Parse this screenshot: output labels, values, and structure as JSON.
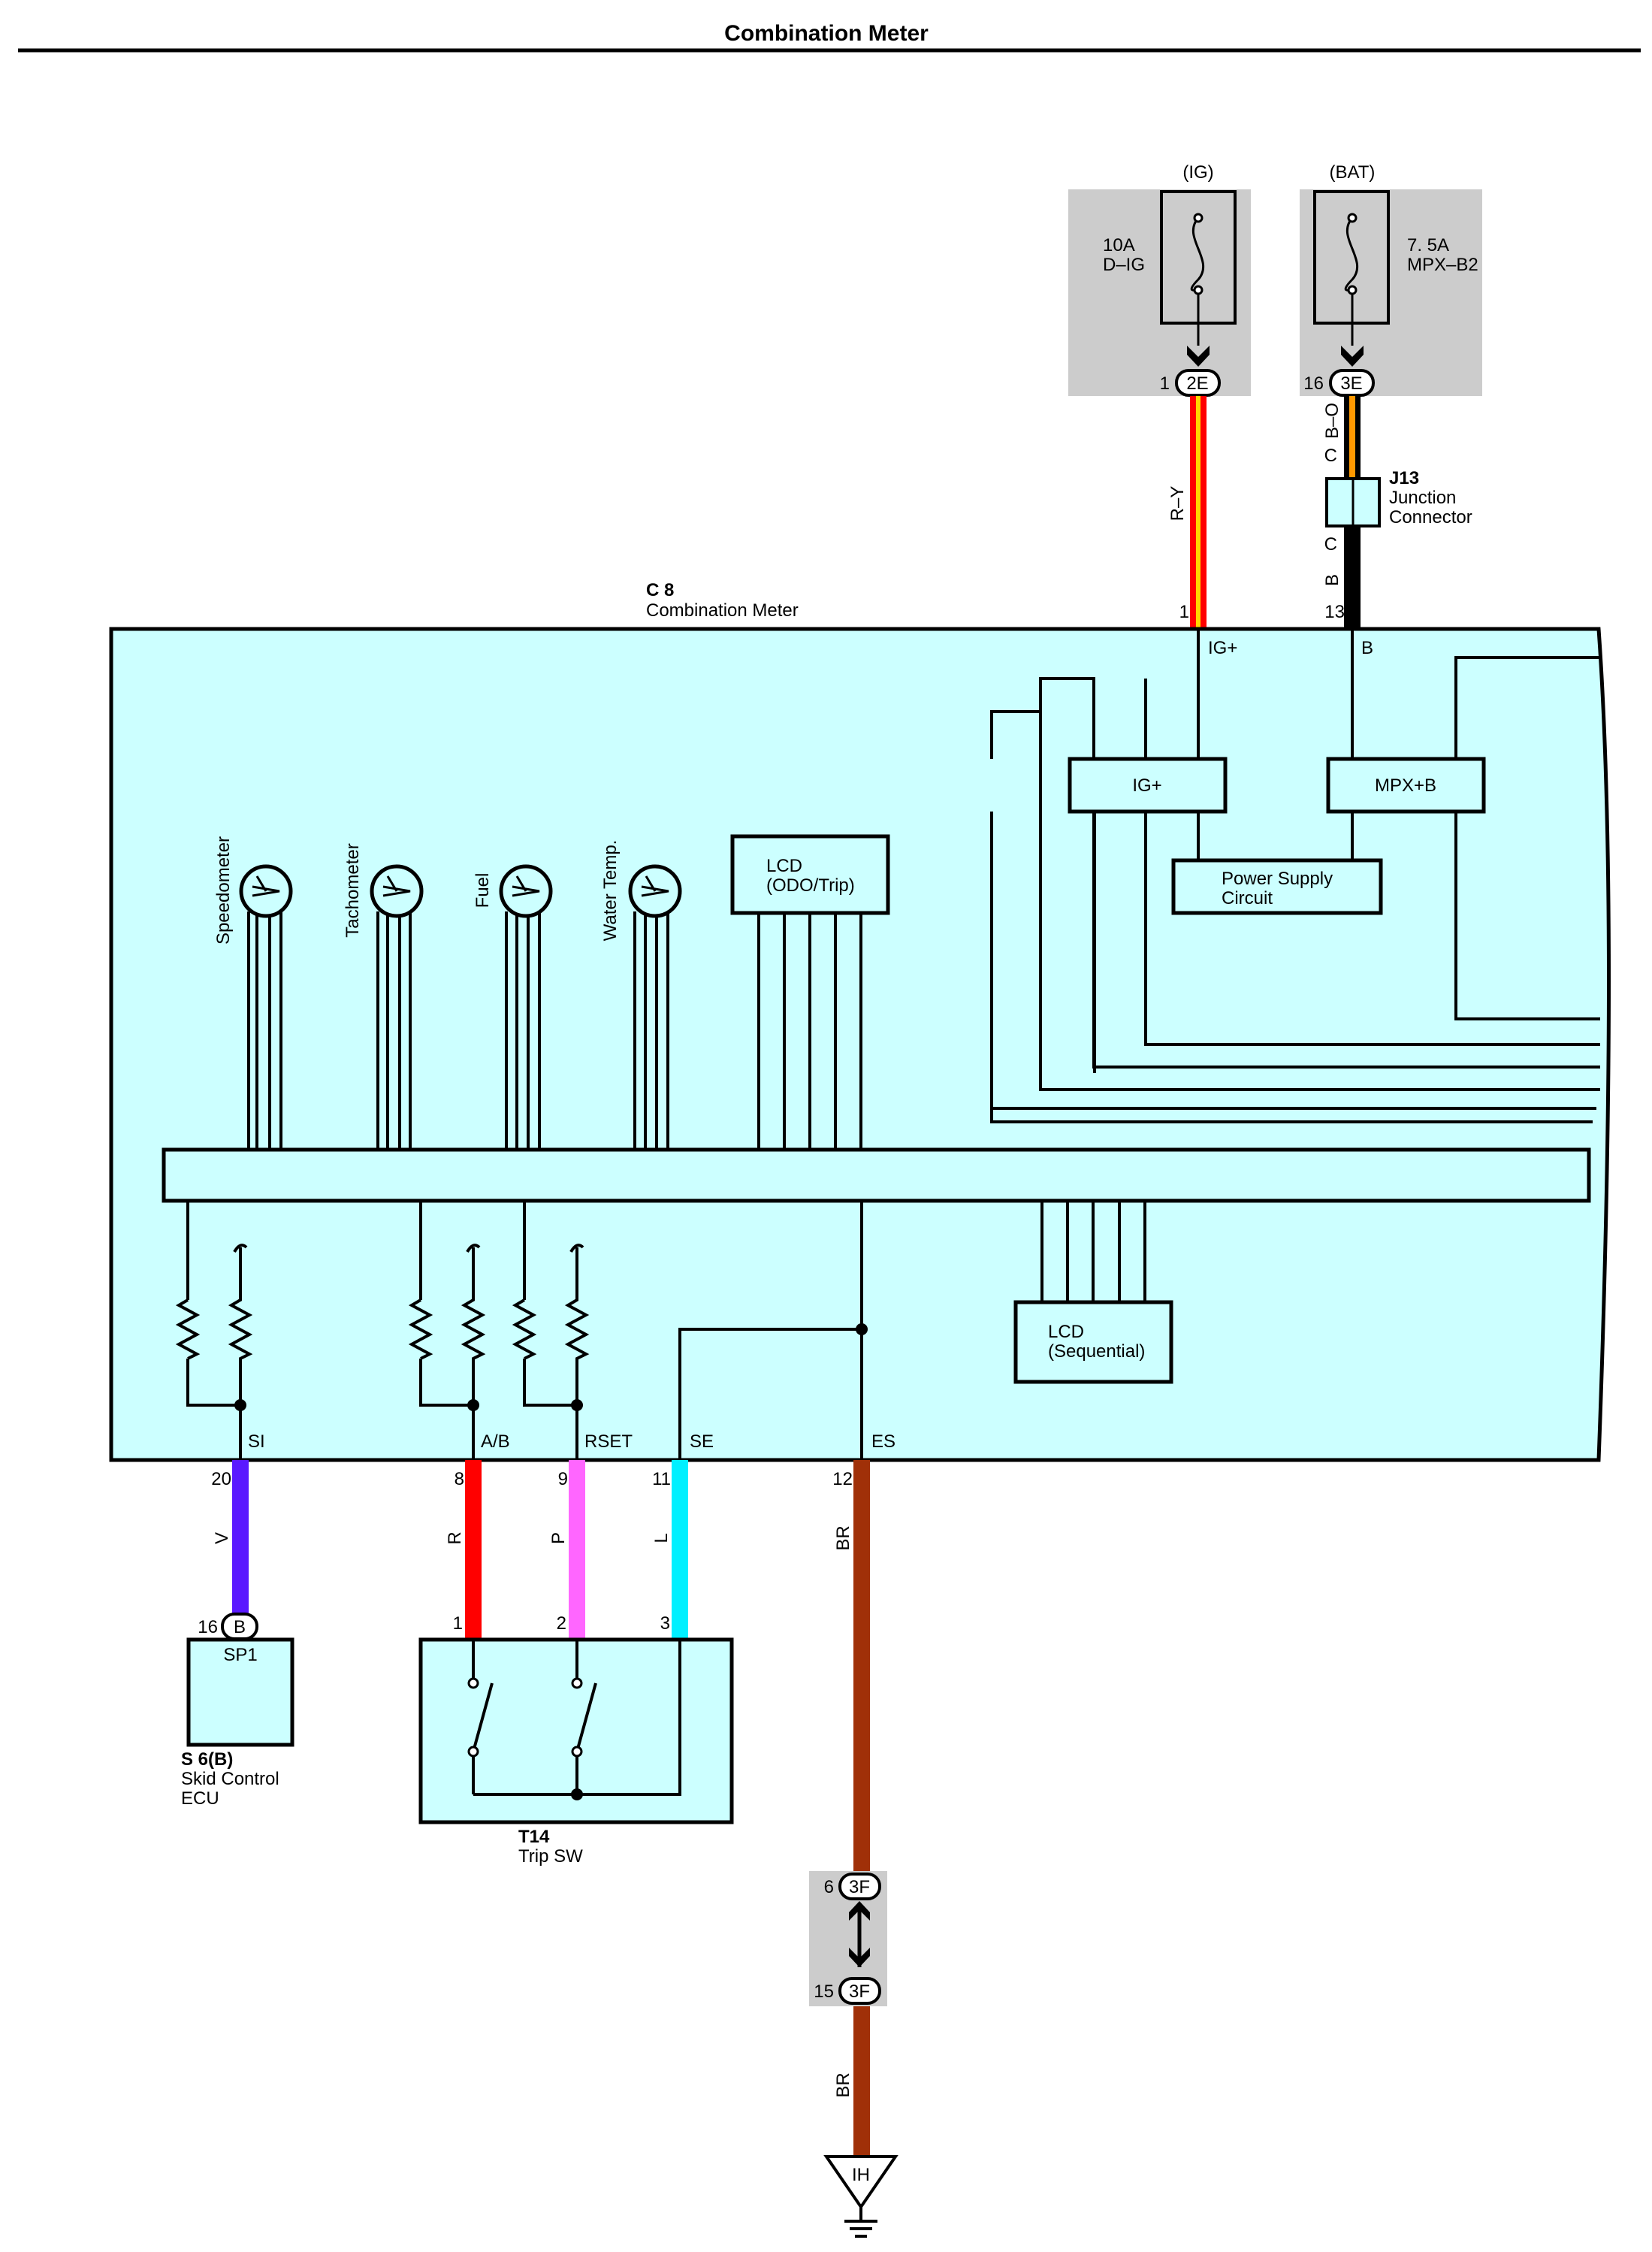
{
  "title": "Combination Meter",
  "colors": {
    "panel_fill": "#ccffff",
    "fuse_bg": "#cccccc",
    "wire_R": "#ff0000",
    "wire_Y": "#ffd700",
    "wire_O": "#ff9900",
    "wire_B": "#000000",
    "wire_V": "#5a19ff",
    "wire_P": "#ff66ff",
    "wire_L": "#00f0ff",
    "wire_BR": "#a03008"
  },
  "fuses": {
    "ig": {
      "source": "(IG)",
      "amp": "10A",
      "name": "D–IG",
      "pin": "1",
      "connector": "2E"
    },
    "bat": {
      "source": "(BAT)",
      "amp": "7. 5A",
      "name": "MPX–B2",
      "pin": "16",
      "connector": "3E"
    }
  },
  "wire_labels": {
    "ry": "R–Y",
    "bo": "B–O",
    "c_top": "C",
    "c_bottom": "C",
    "b": "B",
    "v": "V",
    "r": "R",
    "p": "P",
    "l": "L",
    "br_top": "BR",
    "br_bottom": "BR"
  },
  "junction": {
    "id": "J13",
    "line1": "Junction",
    "line2": "Connector"
  },
  "meter": {
    "id": "C 8",
    "name": "Combination Meter",
    "pin_ig": "1",
    "pin_b": "13",
    "term_ig": "IG+",
    "term_b": "B",
    "block_ig": "IG+",
    "block_mpx": "MPX+B",
    "psu_line1": "Power Supply",
    "psu_line2": "Circuit",
    "gauges": [
      "Speedometer",
      "Tachometer",
      "Fuel",
      "Water Temp."
    ],
    "lcd_odo_1": "LCD",
    "lcd_odo_2": "(ODO/Trip)",
    "lcd_seq_1": "LCD",
    "lcd_seq_2": "(Sequential)",
    "terminals": {
      "si": "SI",
      "ab": "A/B",
      "rset": "RSET",
      "se": "SE",
      "es": "ES"
    },
    "pins": {
      "si": "20",
      "ab": "8",
      "rset": "9",
      "se": "11",
      "es": "12"
    }
  },
  "skid": {
    "pin": "16",
    "connector": "B",
    "term": "SP1",
    "id": "S 6(B)",
    "line1": "Skid Control",
    "line2": "ECU"
  },
  "trip_sw": {
    "pin1": "1",
    "pin2": "2",
    "pin3": "3",
    "id": "T14",
    "name": "Trip SW"
  },
  "ground_conn": {
    "pin_top": "6",
    "conn_top": "3F",
    "pin_bottom": "15",
    "conn_bottom": "3F"
  },
  "ground": {
    "label": "IH"
  }
}
